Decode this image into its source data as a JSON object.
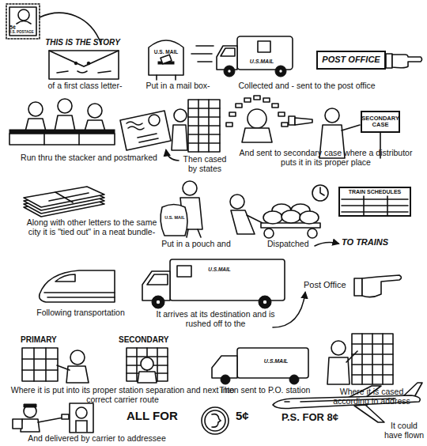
{
  "diagram": {
    "nodes": [
      {
        "text": [
          "POST OFFICE"
        ]
      },
      {
        "text": [
          "SECONDARY CASE"
        ]
      },
      {
        "text": [
          "TRAIN SCHEDULES"
        ]
      }
    ],
    "labels": [
      "5¢",
      "U.S. POSTAGE",
      "THIS IS THE STORY",
      "of a first class letter-",
      "U.S. MAIL",
      "Put in a mail box-",
      "U.S.MAIL",
      "Collected and - sent to the post office",
      "Run thru the stacker and postmarked",
      "Then cased by states",
      "And sent to secondary case where a distributor puts it in its proper place",
      "Along with other letters to the same city it is \"tied out\" in a neat bundle-",
      "U.S. MAIL",
      "Put in a pouch and",
      "Dispatched",
      "TO TRAINS",
      "Following transportation",
      "U.S.MAIL",
      "It arrives at its destination and is rushed off to the",
      "Post Office",
      "PRIMARY",
      "SECONDARY",
      "Where it is put into its proper station separation and next into correct carrier route",
      "U.S.MAIL",
      "Then sent to P.O. station",
      "Where it is cased according to address",
      "And delivered by carrier to addressee",
      "ALL FOR",
      "5¢",
      "P.S. FOR 8¢",
      "It could have flown"
    ]
  }
}
